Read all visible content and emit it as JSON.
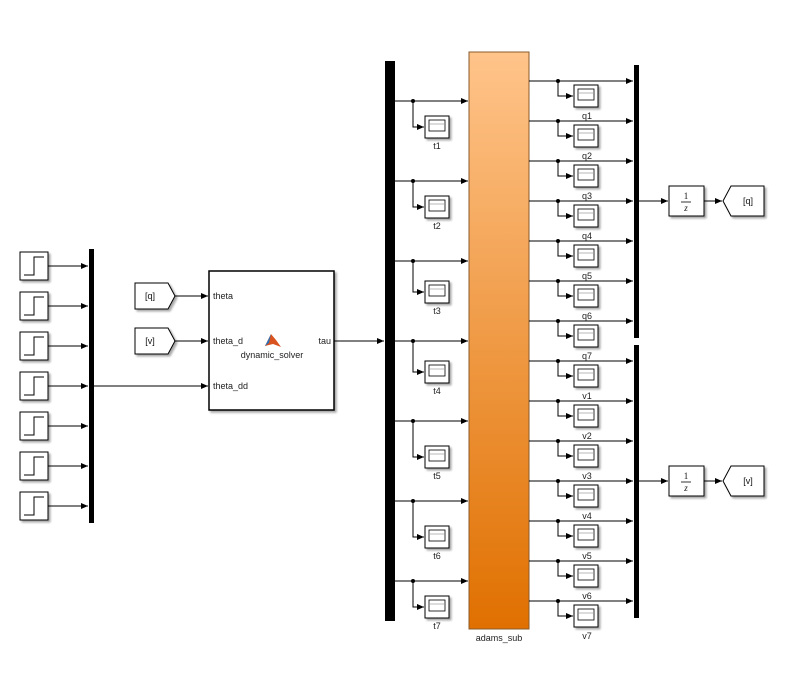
{
  "from_blocks": [
    {
      "tag": "[q]"
    },
    {
      "tag": "[v]"
    }
  ],
  "goto_blocks": [
    {
      "tag": "[q]"
    },
    {
      "tag": "[v]"
    }
  ],
  "integrators": [
    {
      "num": "1",
      "den": "z"
    },
    {
      "num": "1",
      "den": "z"
    }
  ],
  "function_block": {
    "name": "dynamic_solver",
    "inputs": [
      "theta",
      "theta_d",
      "theta_dd"
    ],
    "output": "tau"
  },
  "subsystem": {
    "name": "adams_sub"
  },
  "tau_scopes": [
    "t1",
    "t2",
    "t3",
    "t4",
    "t5",
    "t6",
    "t7"
  ],
  "q_scopes": [
    "q1",
    "q2",
    "q3",
    "q4",
    "q5",
    "q6",
    "q7"
  ],
  "v_scopes": [
    "v1",
    "v2",
    "v3",
    "v4",
    "v5",
    "v6",
    "v7"
  ],
  "step_count": 7,
  "colors": {
    "subsystem_top": "#ffc48a",
    "subsystem_bottom": "#e07000",
    "matlab_icon": "#d9531e"
  }
}
